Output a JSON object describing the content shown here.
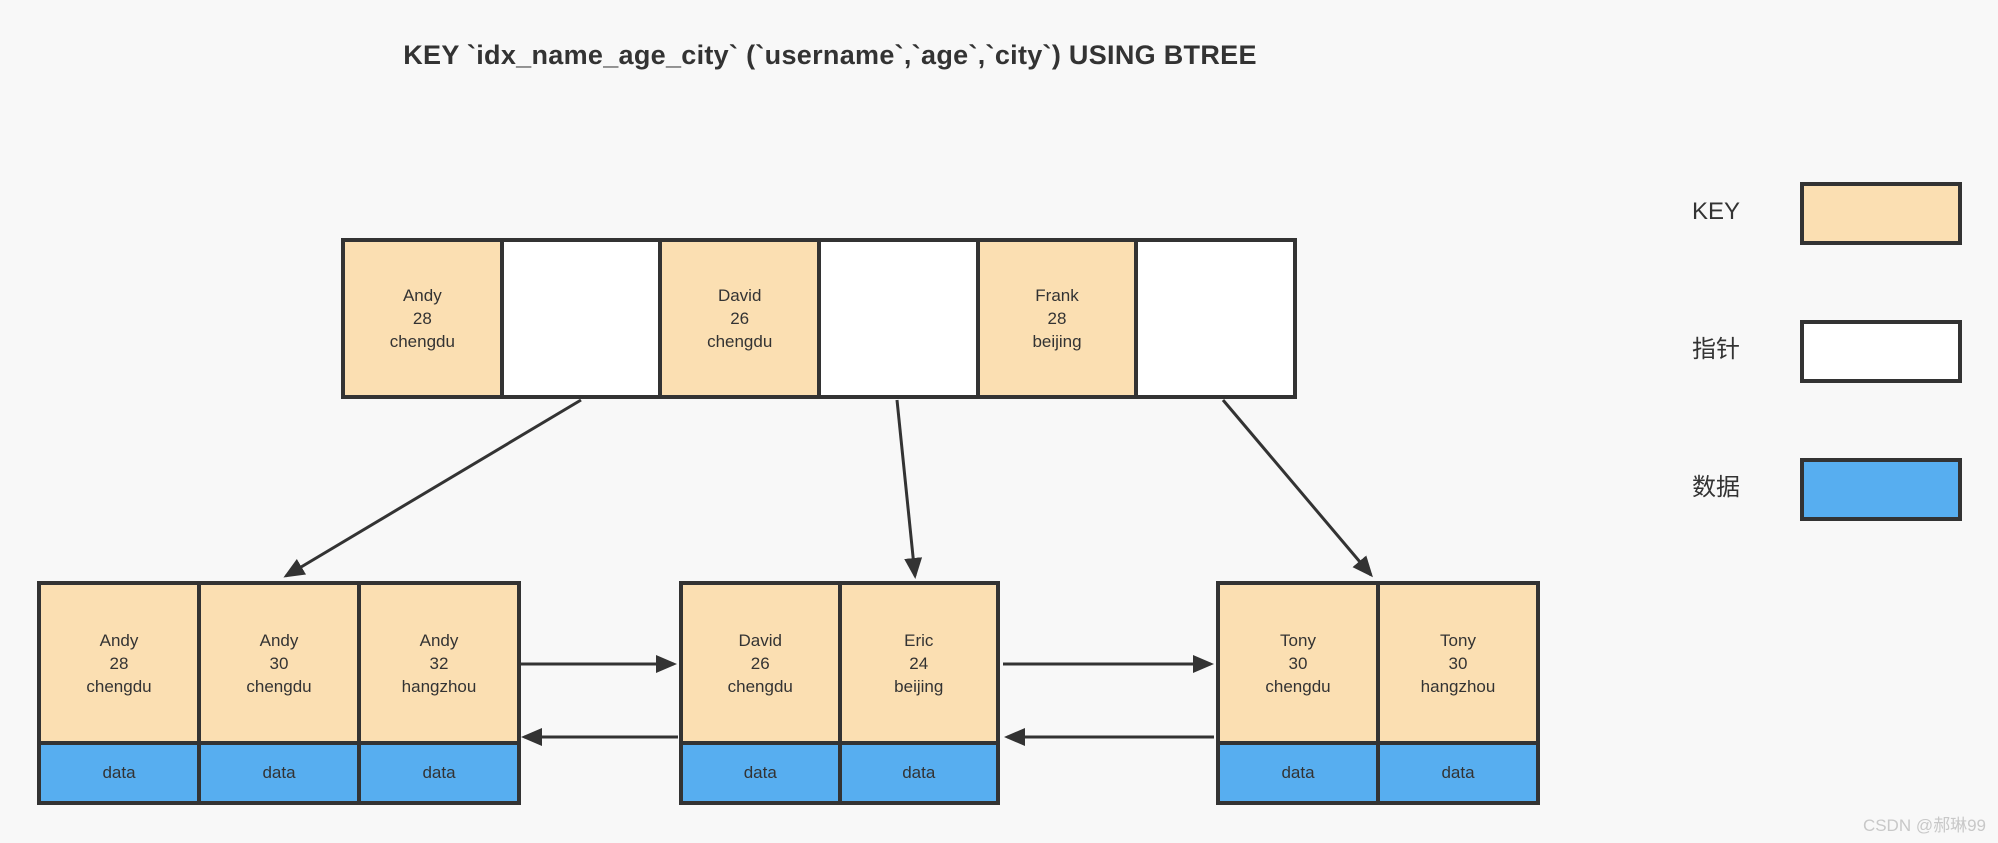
{
  "title": "KEY `idx_name_age_city` (`username`,`age`,`city`) USING BTREE",
  "root": {
    "cells": [
      {
        "type": "key",
        "text": "Andy\n28\nchengdu"
      },
      {
        "type": "pointer",
        "text": ""
      },
      {
        "type": "key",
        "text": "David\n26\nchengdu"
      },
      {
        "type": "pointer",
        "text": ""
      },
      {
        "type": "key",
        "text": "Frank\n28\nbeijing"
      },
      {
        "type": "pointer",
        "text": ""
      }
    ]
  },
  "leaves": [
    {
      "cells": [
        {
          "key": "Andy\n28\nchengdu",
          "data": "data"
        },
        {
          "key": "Andy\n30\nchengdu",
          "data": "data"
        },
        {
          "key": "Andy\n32\nhangzhou",
          "data": "data"
        }
      ]
    },
    {
      "cells": [
        {
          "key": "David\n26\nchengdu",
          "data": "data"
        },
        {
          "key": "Eric\n24\nbeijing",
          "data": "data"
        }
      ]
    },
    {
      "cells": [
        {
          "key": "Tony\n30\nchengdu",
          "data": "data"
        },
        {
          "key": "Tony\n30\nhangzhou",
          "data": "data"
        }
      ]
    }
  ],
  "legend": [
    {
      "label": "KEY",
      "swatch": "key"
    },
    {
      "label": "指针",
      "swatch": "pointer"
    },
    {
      "label": "数据",
      "swatch": "data"
    }
  ],
  "colors": {
    "key_fill": "#FBDFB2",
    "pointer_fill": "#FFFFFF",
    "data_fill": "#57AEF0",
    "border": "#333333",
    "background": "#F8F8F8",
    "text": "#333333",
    "watermark": "#C8C8C8"
  },
  "watermark": "CSDN @郝琳99"
}
